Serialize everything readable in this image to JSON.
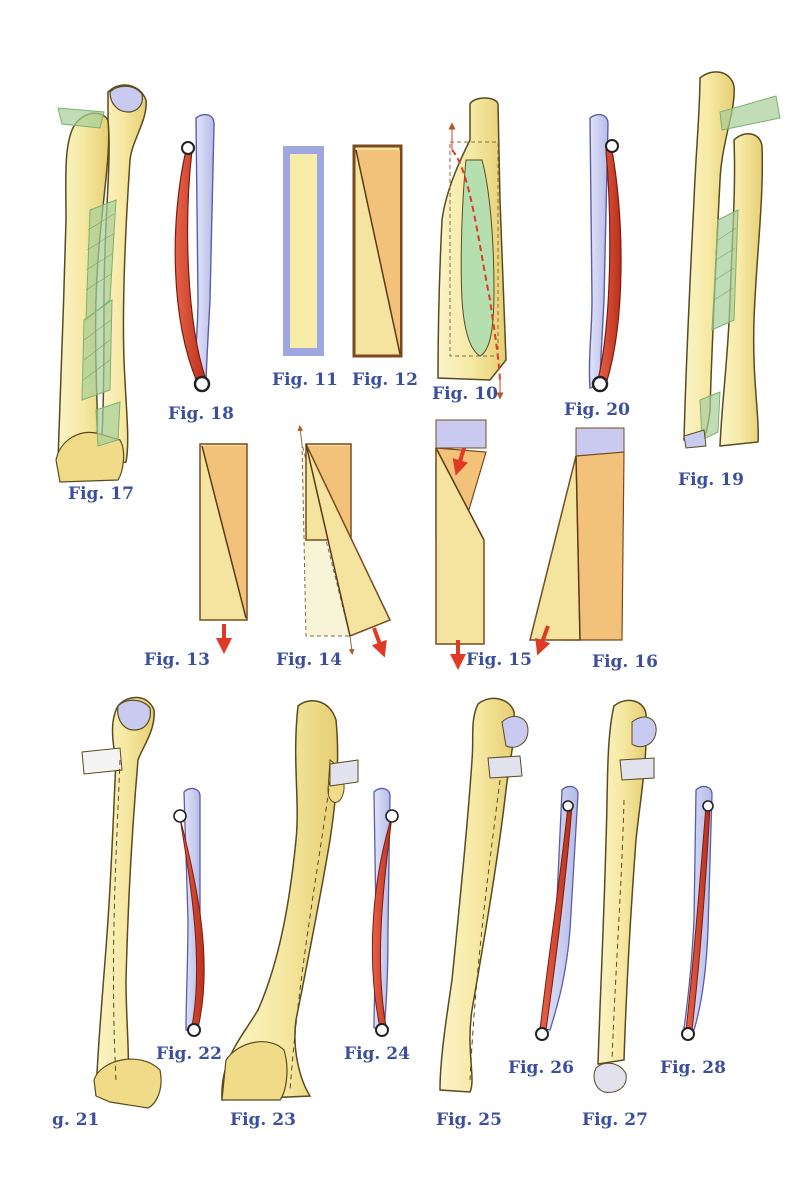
{
  "colors": {
    "bone": "#f6e9a4",
    "bone_shade": "#e9cf6e",
    "bone_outline": "#5a4a1f",
    "cartilage": "#c8cbef",
    "muscle_red": "#d9442b",
    "ligament_green": "#9cc58f",
    "membrane_green": "#b6dfb0",
    "panel_blue": "#9fa7e2",
    "panel_orange": "#f2c27a",
    "panel_brown": "#7a4a1e",
    "caption_blue": "#3b4f9c"
  },
  "figures": {
    "fig10": "Fig. 10",
    "fig11": "Fig. 11",
    "fig12": "Fig. 12",
    "fig13": "Fig. 13",
    "fig14": "Fig. 14",
    "fig15": "Fig. 15",
    "fig16": "Fig. 16",
    "fig17": "Fig. 17",
    "fig18": "Fig. 18",
    "fig19": "Fig. 19",
    "fig20": "Fig. 20",
    "fig21": "g. 21",
    "fig22": "Fig. 22",
    "fig23": "Fig. 23",
    "fig24": "Fig. 24",
    "fig25": "Fig. 25",
    "fig26": "Fig. 26",
    "fig27": "Fig. 27",
    "fig28": "Fig. 28"
  }
}
